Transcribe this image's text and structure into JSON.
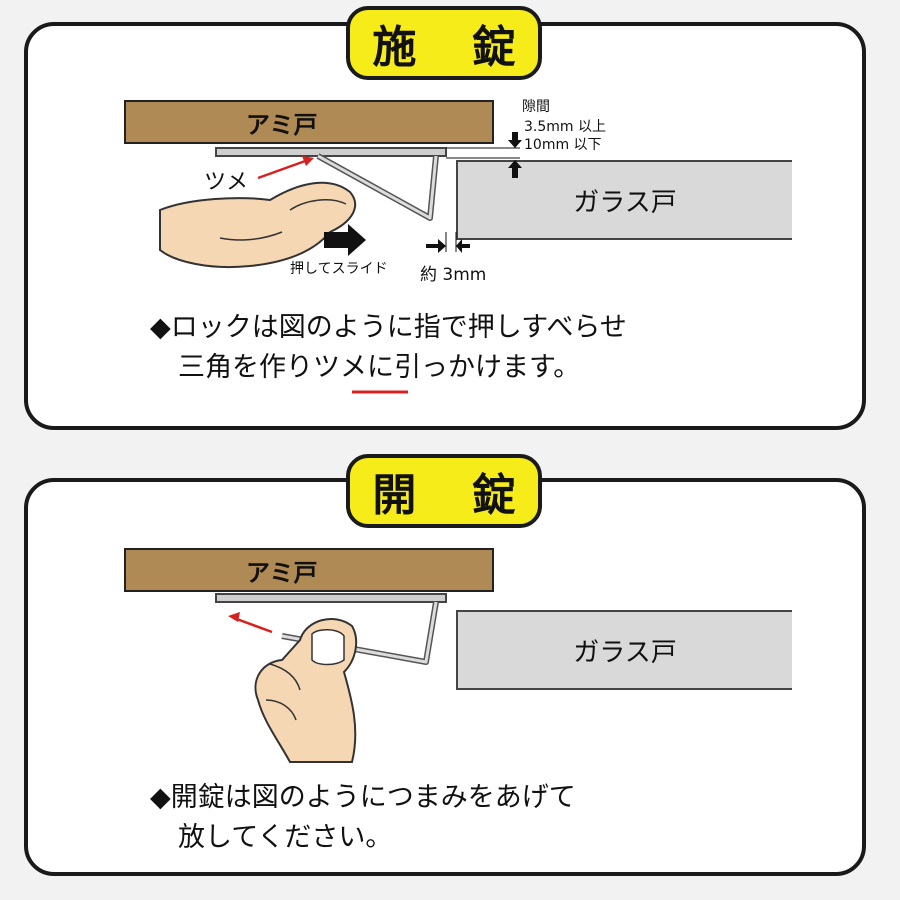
{
  "lock_section": {
    "title": "施 錠",
    "screen_door_label": "アミ戸",
    "glass_door_label": "ガラス戸",
    "tsume_label": "ツメ",
    "gap_label": "隙間",
    "gap_min": "3.5mm 以上",
    "gap_max": "10mm 以下",
    "slide_label": "押してスライド",
    "clearance_label": "約 3mm",
    "instruction_line1": "◆ロックは図のように指で押しすべらせ",
    "instruction_line2": "三角を作りツメに引っかけます。"
  },
  "unlock_section": {
    "title": "開 錠",
    "screen_door_label": "アミ戸",
    "glass_door_label": "ガラス戸",
    "instruction_line1": "◆開錠は図のようにつまみをあげて",
    "instruction_line2": "放してください。"
  },
  "colors": {
    "badge": "#f6ec1a",
    "screen_door": "#b08a55",
    "glass_door": "#d9d9d9",
    "skin": "#f6d7b3",
    "arrow_red": "#d82020",
    "underline_red": "#d82020"
  }
}
